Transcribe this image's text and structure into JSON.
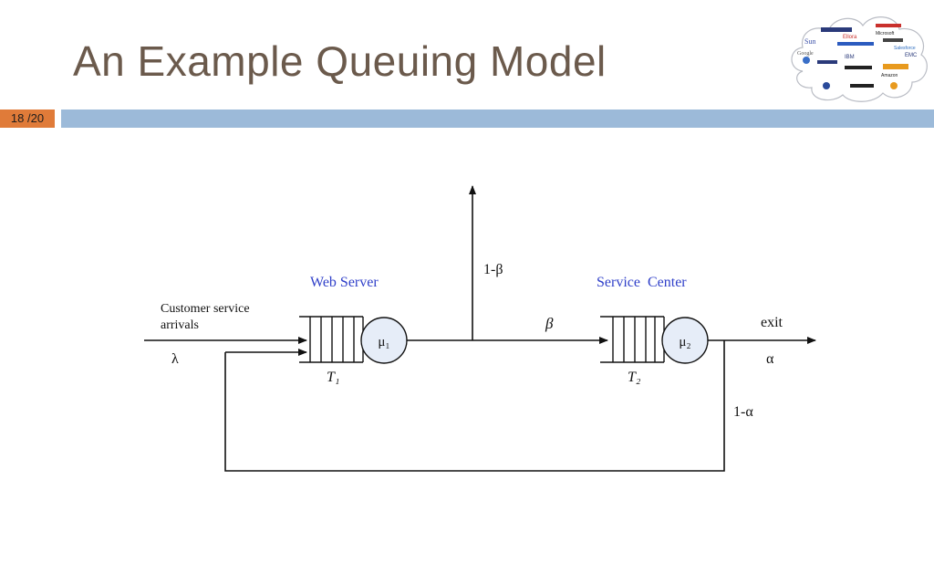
{
  "slide": {
    "title": "An Example Queuing Model",
    "counter": "18 /20",
    "theme_colors": {
      "title": "#6b5a4c",
      "counter_bg": "#e07b39",
      "header_bar": "#9cbad9",
      "diagram_label_blue": "#2f3fc9"
    }
  },
  "diagram": {
    "web_server_label": "Web Server",
    "service_center_label": "Service  Center",
    "arrivals_label_line1": "Customer service",
    "arrivals_label_line2": "arrivals",
    "lambda": "λ",
    "mu1": "μ₁",
    "mu2": "μ₂",
    "t1": "T₁",
    "t2": "T₂",
    "one_minus_beta": "1-β",
    "beta": "β",
    "exit_label": "exit",
    "alpha": "α",
    "one_minus_alpha": "1-α"
  },
  "logo_cloud": {
    "brands": [
      "Sun",
      "Ellora",
      "Microsoft",
      "Google",
      "IBM",
      "Amazon",
      "EMC",
      "Salesforce"
    ]
  }
}
